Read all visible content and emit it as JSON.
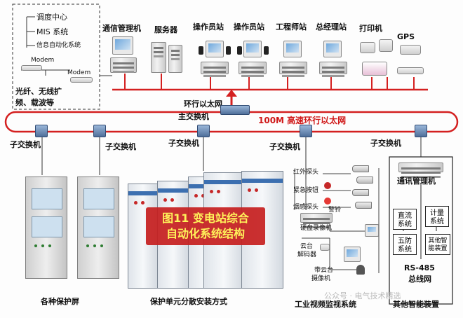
{
  "control_center": {
    "items": [
      "调度中心",
      "MIS 系统",
      "信息自动化系统"
    ],
    "modem_1": "Modem",
    "modem_2": "Modem",
    "link_line1": "光纤、无线扩",
    "link_line2": "频、载波等"
  },
  "top_row": {
    "comm_manager": "通信管理机",
    "server": "服务器",
    "operator_1": "操作员站",
    "operator_2": "操作员站",
    "engineer": "工程师站",
    "manager": "总经理站",
    "printer": "打印机",
    "gps": "GPS"
  },
  "network": {
    "ring_ethernet": "环行以太网",
    "main_switch": "主交换机",
    "ring_label": "100M 高速环行以太网"
  },
  "sub_switches": [
    "子交换机",
    "子交换机",
    "子交换机",
    "子交换机",
    "子交换机"
  ],
  "banner": {
    "line1": "图11 变电站综合",
    "line2": "自动化系统结构"
  },
  "video": {
    "infrared_probe": "红外探头",
    "emergency_button": "紧急按钮",
    "smoke_probe": "烟感探头",
    "alarm": "警铃",
    "dvr": "硬盘录像机",
    "ptz_decoder_l1": "云台",
    "ptz_decoder_l2": "解码器",
    "ptz_camera_l1": "带云台",
    "ptz_camera_l2": "摄像机"
  },
  "smart_devices": {
    "comm_manager": "通讯管理机",
    "dc_system": "直流系统",
    "metering": "计量系统",
    "five_prevention": "五防系统",
    "other_smart": "其他智能装置",
    "rs485_l1": "RS-485",
    "rs485_l2": "总线网"
  },
  "captions": {
    "protection_screens": "各种保护屏",
    "distributed_install": "保护单元分散安装方式",
    "video_system": "工业视频监视系统",
    "other_smart": "其他智能装置"
  },
  "watermark": "公众号 · 电气技术精选",
  "colors": {
    "ring": "#d42020",
    "bus": "#d42020",
    "banner_bg": "#c61e1e",
    "banner_text": "#fff35a"
  }
}
